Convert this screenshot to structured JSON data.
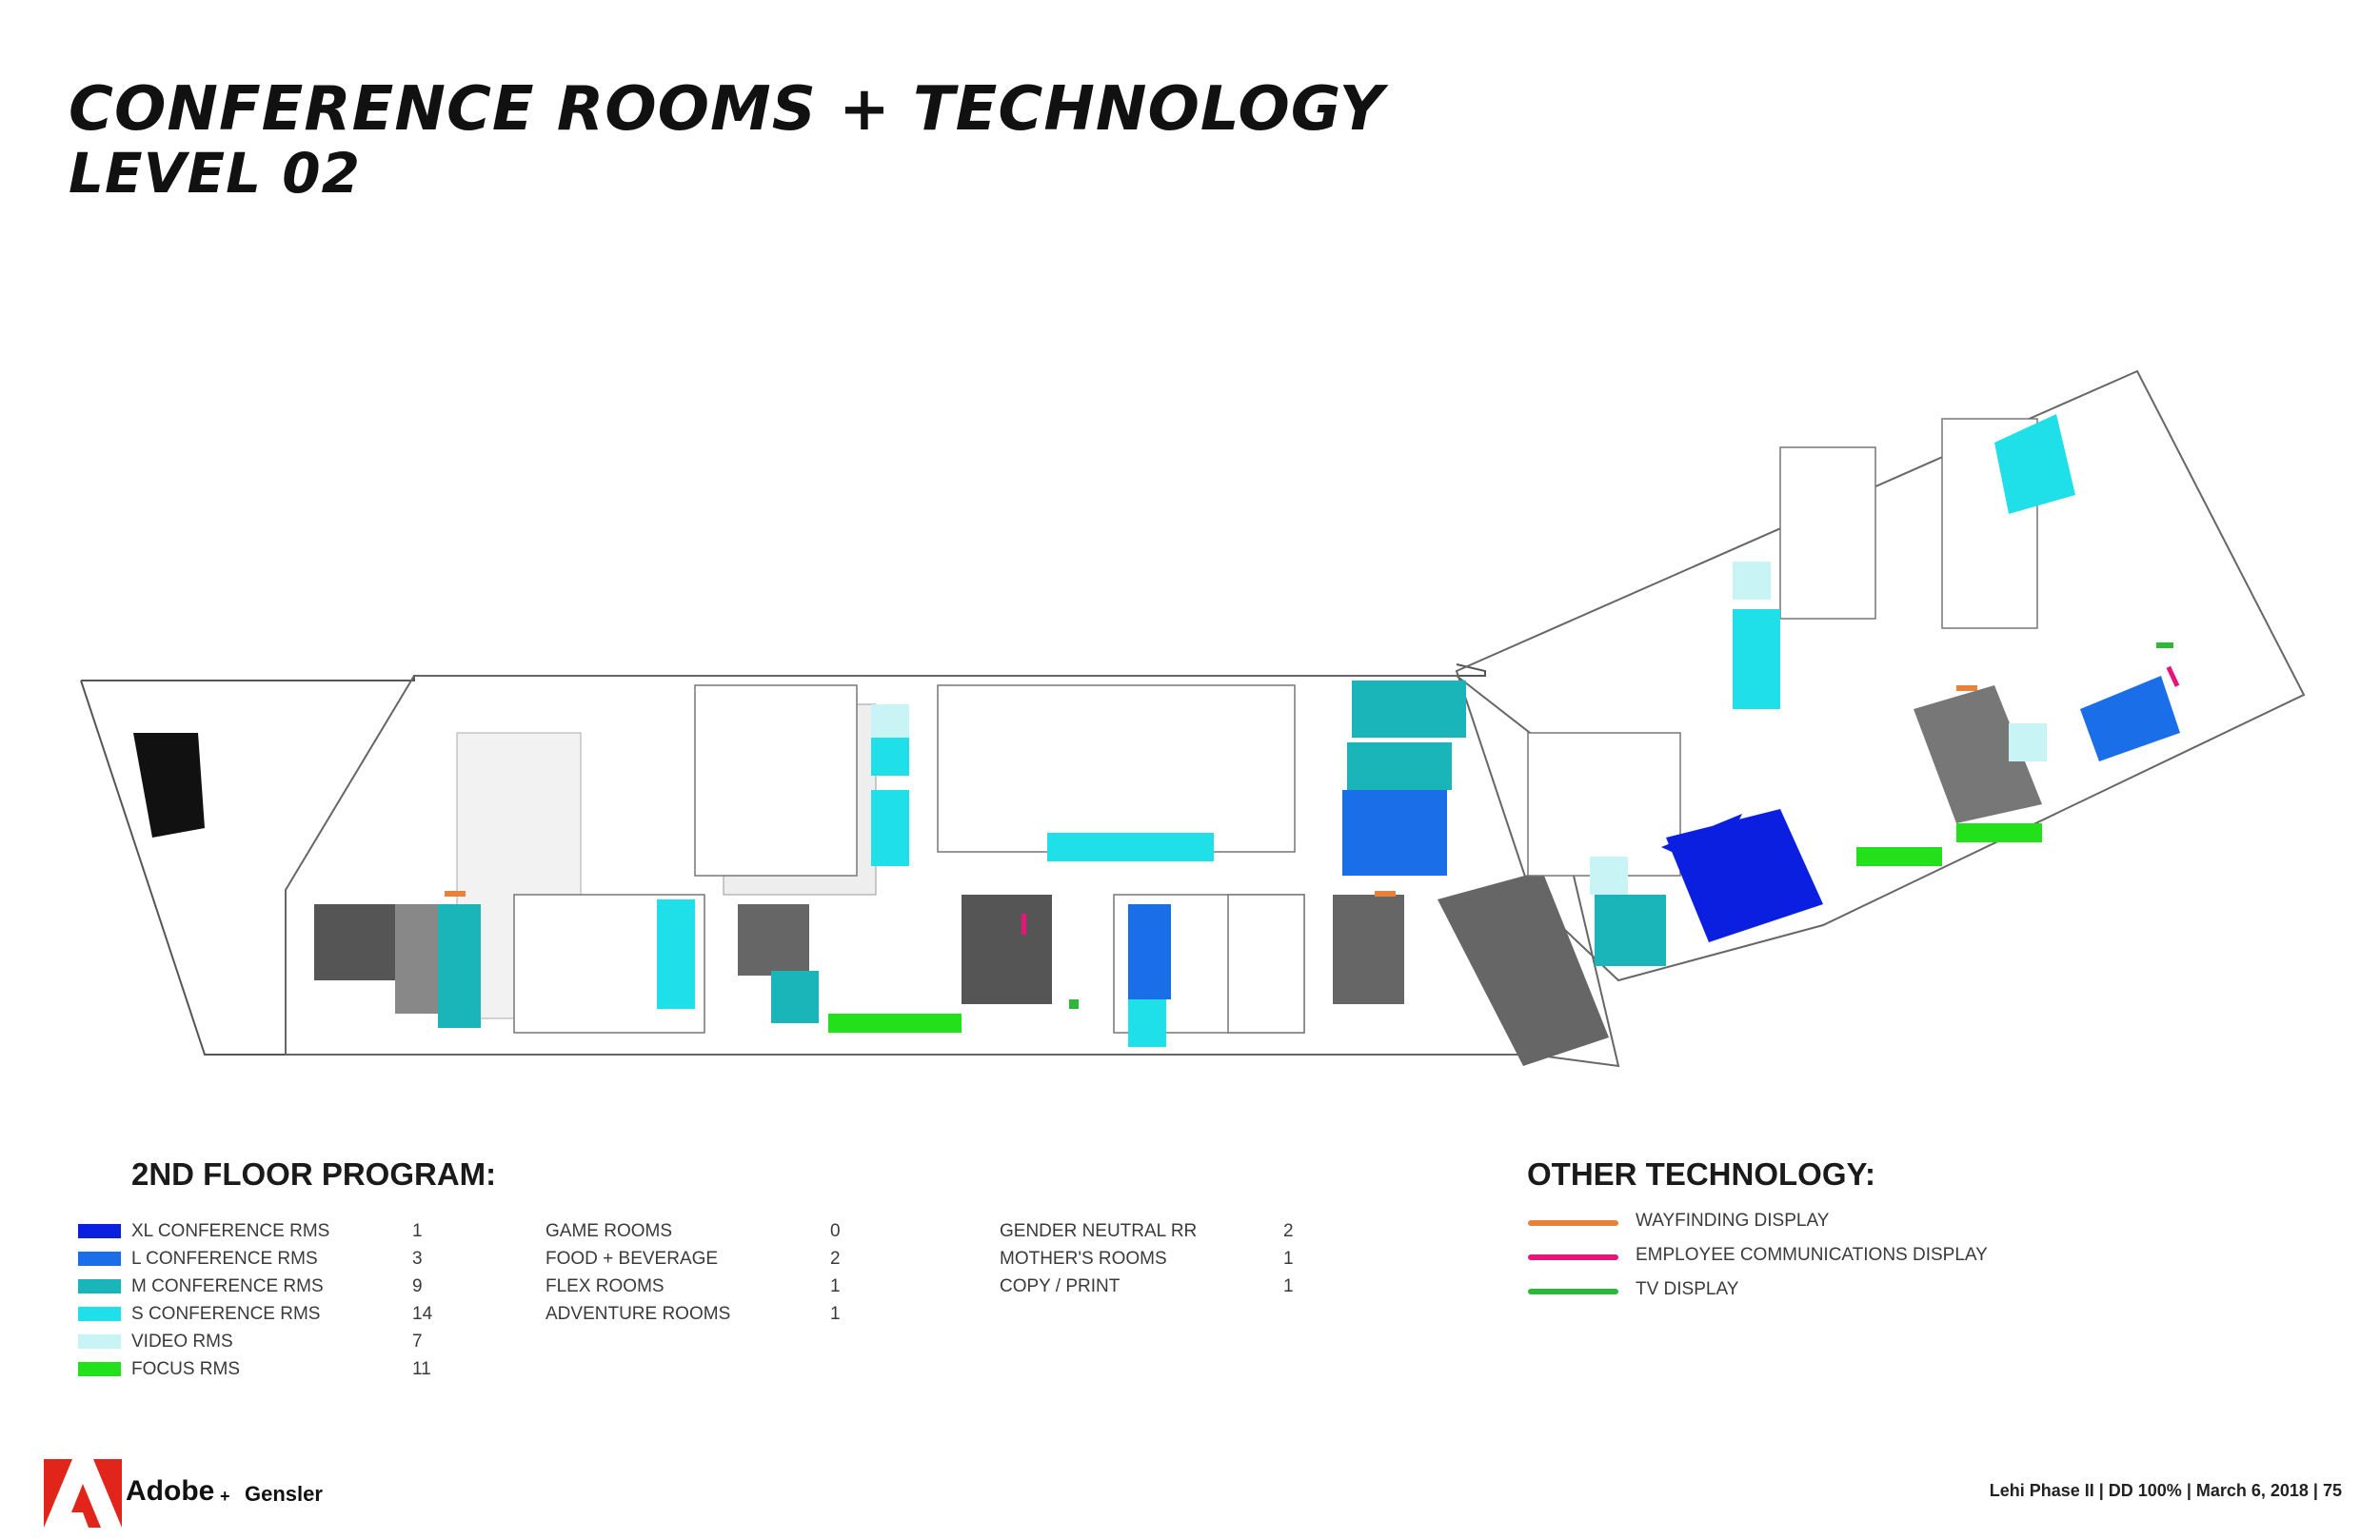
{
  "header": {
    "title": "Conference Rooms + Technology",
    "subtitle": "Level 02"
  },
  "colors": {
    "xl": "#0a1fe0",
    "l": "#1a6fe8",
    "m": "#1ab5b8",
    "s": "#1fe0e8",
    "video": "#c8f4f6",
    "focus": "#22e01a",
    "wayfinding": "#e8823a",
    "employee_comm": "#e8147a",
    "tv": "#2eb83a"
  },
  "program": {
    "heading": "2ND FLOOR PROGRAM:",
    "col1": [
      {
        "label": "XL CONFERENCE RMS",
        "count": "1",
        "color": "#0a1fe0"
      },
      {
        "label": "L CONFERENCE RMS",
        "count": "3",
        "color": "#1a6fe8"
      },
      {
        "label": "M CONFERENCE RMS",
        "count": "9",
        "color": "#1ab5b8"
      },
      {
        "label": "S CONFERENCE RMS",
        "count": "14",
        "color": "#1fe0e8"
      },
      {
        "label": "VIDEO RMS",
        "count": "7",
        "color": "#c8f4f6"
      },
      {
        "label": "FOCUS RMS",
        "count": "11",
        "color": "#22e01a"
      }
    ],
    "col2": [
      {
        "label": "GAME ROOMS",
        "count": "0"
      },
      {
        "label": "FOOD + BEVERAGE",
        "count": "2"
      },
      {
        "label": "FLEX ROOMS",
        "count": "1"
      },
      {
        "label": "ADVENTURE ROOMS",
        "count": "1"
      }
    ],
    "col3": [
      {
        "label": "GENDER NEUTRAL RR",
        "count": "2"
      },
      {
        "label": "MOTHER'S ROOMS",
        "count": "1"
      },
      {
        "label": "COPY / PRINT",
        "count": "1"
      }
    ]
  },
  "other_tech": {
    "heading": "OTHER TECHNOLOGY:",
    "items": [
      {
        "label": "WAYFINDING DISPLAY",
        "color": "#e8823a"
      },
      {
        "label": "EMPLOYEE COMMUNICATIONS DISPLAY",
        "color": "#e8147a"
      },
      {
        "label": "TV DISPLAY",
        "color": "#2eb83a"
      }
    ]
  },
  "footer": {
    "brand1": "Adobe",
    "plus": "+",
    "brand2": "Gensler",
    "info": "Lehi Phase II | DD 100% | March 6, 2018 | 75"
  }
}
